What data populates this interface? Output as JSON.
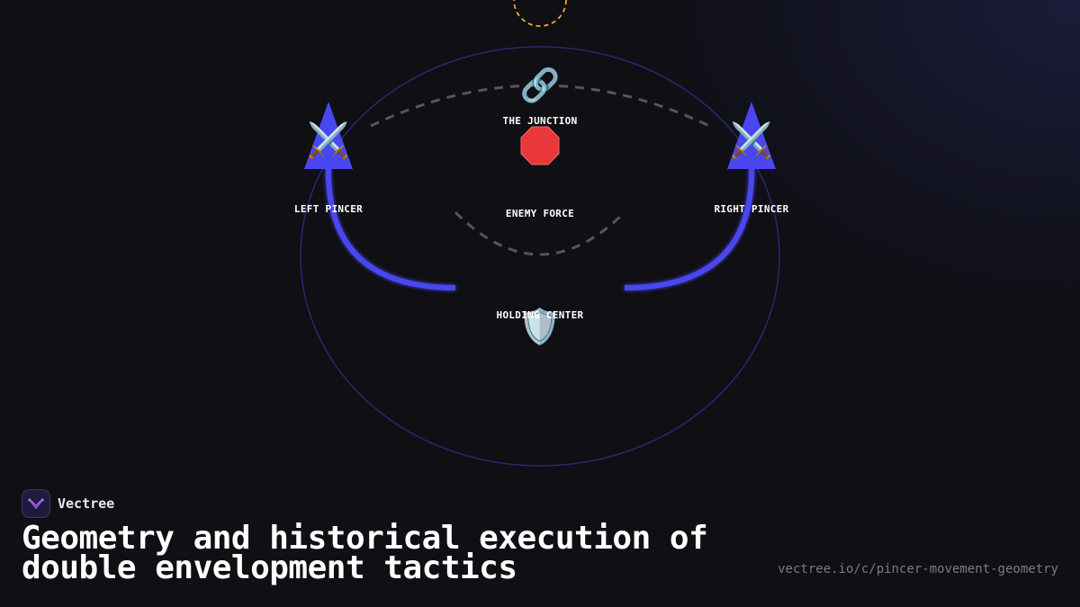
{
  "colors": {
    "background": "#0f0f14",
    "pincer": "#4a46f0",
    "guide_dash": "#555560",
    "outer_circle": "#2a2870",
    "objective_ring": "#f0a830",
    "text": "#ffffff",
    "url_text": "#7a7a88"
  },
  "diagram": {
    "labels": {
      "junction": "THE JUNCTION",
      "left_pincer": "LEFT PINCER",
      "right_pincer": "RIGHT PINCER",
      "enemy_force": "ENEMY FORCE",
      "holding_center": "HOLDING CENTER"
    },
    "icons": {
      "junction": "🔗",
      "enemy": "🛑",
      "left_pincer": "⚔️",
      "right_pincer": "⚔️",
      "center": "🛡️"
    },
    "icon_names": {
      "junction": "link-icon",
      "enemy": "stop-sign-icon",
      "pincer": "crossed-swords-icon",
      "center": "shield-icon"
    }
  },
  "brand": {
    "name": "Vectree"
  },
  "footer": {
    "title": "Geometry and historical execution of double envelopment tactics",
    "url": "vectree.io/c/pincer-movement-geometry"
  }
}
